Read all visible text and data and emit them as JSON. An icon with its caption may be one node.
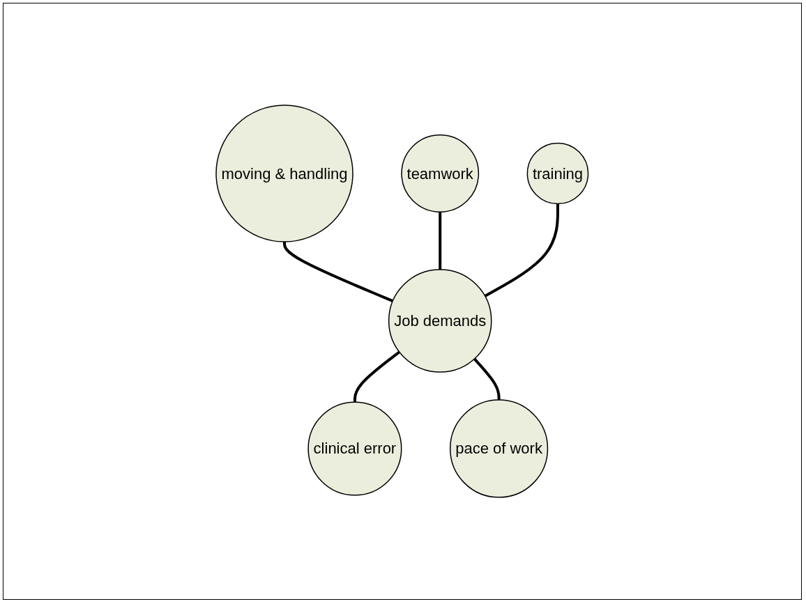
{
  "diagram": {
    "nodes": [
      {
        "text": [
          "Job demands"
        ]
      },
      {
        "text": [
          "moving & handling"
        ]
      },
      {
        "text": [
          "teamwork"
        ]
      },
      {
        "text": [
          "clinical error"
        ]
      },
      {
        "text": [
          "pace of work"
        ]
      },
      {
        "text": [
          "training"
        ]
      }
    ],
    "edges": [
      {
        "from": 0,
        "to": 1,
        "arrow": "none"
      },
      {
        "from": 0,
        "to": 2,
        "arrow": "none"
      },
      {
        "from": 0,
        "to": 3,
        "arrow": "none"
      },
      {
        "from": 0,
        "to": 4,
        "arrow": "none"
      },
      {
        "from": 0,
        "to": 5,
        "arrow": "none"
      }
    ]
  }
}
